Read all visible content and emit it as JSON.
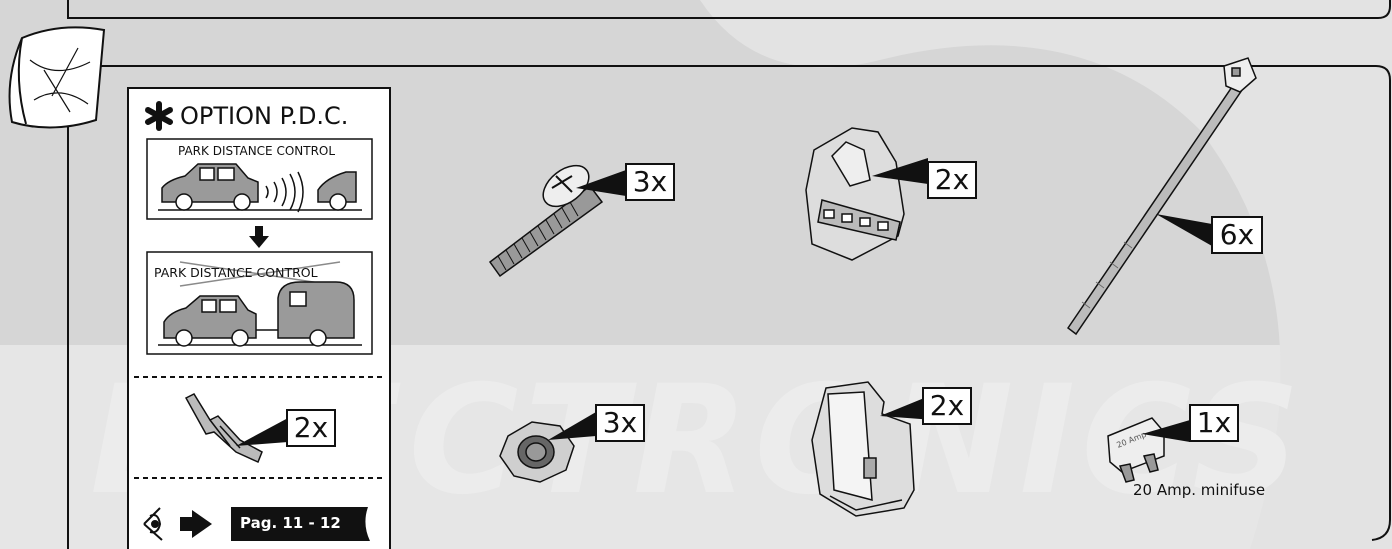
{
  "watermark": {
    "text": "ELECTRONICS"
  },
  "option_panel": {
    "title": "OPTION P.D.C.",
    "pdc_label_top": "PARK DISTANCE CONTROL",
    "pdc_label_bottom": "PARK DISTANCE CONTROL",
    "page_ref": "Pag. 11 - 12"
  },
  "parts": {
    "terminal_qty": "2x",
    "bolt_qty": "3x",
    "nut_qty": "3x",
    "connector_qty": "2x",
    "clip_qty": "2x",
    "cable_tie_qty": "6x",
    "fuse_qty": "1x",
    "fuse_label": "20 Amp. minifuse",
    "fuse_print": "20 Amp"
  },
  "colors": {
    "background": "#d6d6d6",
    "panel_fill": "#e6e6e6",
    "outline": "#111111",
    "watermark": "#e9e9e9"
  }
}
